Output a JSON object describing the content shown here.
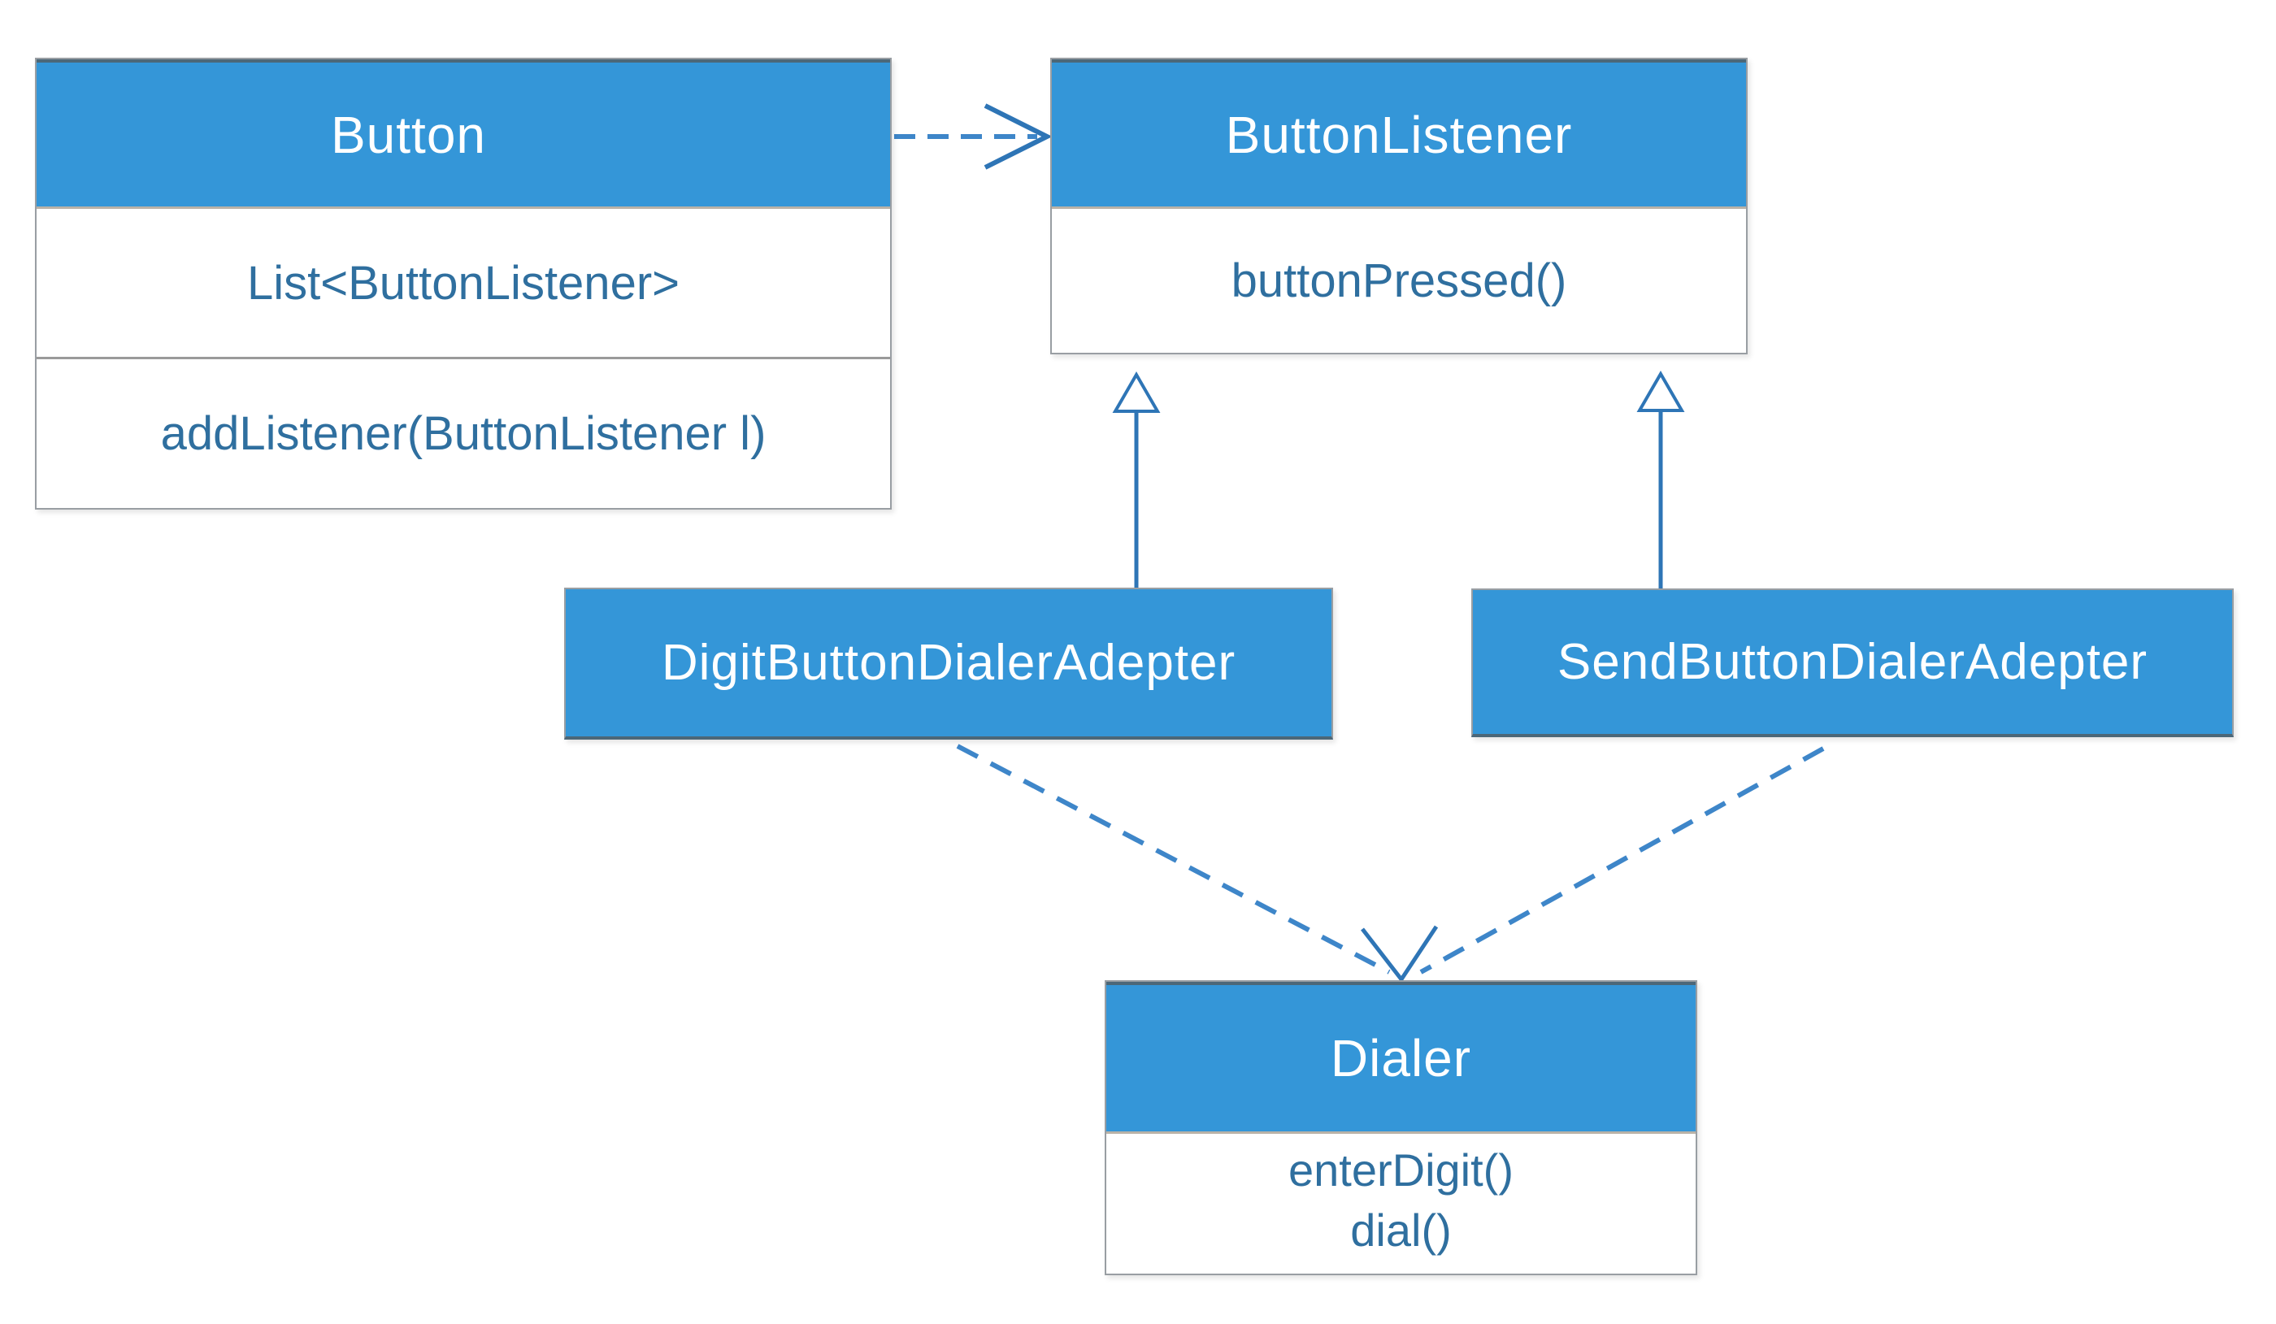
{
  "diagram_type": "uml-class-diagram",
  "colors": {
    "header_fill": "#3496d8",
    "header_text": "#ffffff",
    "body_text": "#2f6f9f",
    "connector_solid": "#2e75b6",
    "connector_dashed": "#3e86c9",
    "box_border": "#999ea3",
    "background": "#ffffff"
  },
  "classes": {
    "button": {
      "name": "Button",
      "attributes": [
        "List<ButtonListener>"
      ],
      "methods": [
        "addListener(ButtonListener l)"
      ]
    },
    "button_listener": {
      "name": "ButtonListener",
      "methods": [
        "buttonPressed()"
      ]
    },
    "digit_adapter": {
      "name": "DigitButtonDialerAdepter"
    },
    "send_adapter": {
      "name": "SendButtonDialerAdepter"
    },
    "dialer": {
      "name": "Dialer",
      "methods": [
        "enterDigit()",
        "dial()"
      ]
    }
  },
  "relations": [
    {
      "from": "Button",
      "to": "ButtonListener",
      "type": "dashed-dependency-arrow"
    },
    {
      "from": "DigitButtonDialerAdepter",
      "to": "ButtonListener",
      "type": "generalization-hollow-triangle"
    },
    {
      "from": "SendButtonDialerAdepter",
      "to": "ButtonListener",
      "type": "generalization-hollow-triangle"
    },
    {
      "from": "DigitButtonDialerAdepter",
      "to": "Dialer",
      "type": "dashed-dependency-arrow"
    },
    {
      "from": "SendButtonDialerAdepter",
      "to": "Dialer",
      "type": "dashed-dependency-arrow"
    }
  ]
}
